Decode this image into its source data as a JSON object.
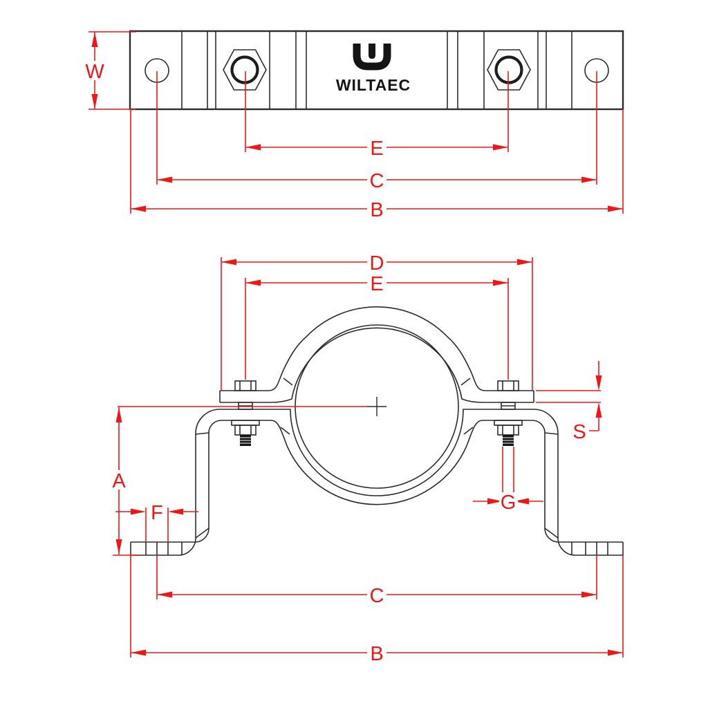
{
  "drawing": {
    "type": "technical-drawing",
    "subject": "offset pipe clamp, two views with dimension callouts",
    "brand": {
      "logo_text": "WILTAEC",
      "logo_icon": "wiltaec-u-mark"
    },
    "colors": {
      "dimension_red": "#ee1616",
      "line_black": "#2b2b2b",
      "background": "#ffffff"
    },
    "views": [
      {
        "id": "top_view",
        "title": "strap top view",
        "dimension_letters": [
          "W",
          "E",
          "C",
          "B"
        ]
      },
      {
        "id": "front_view",
        "title": "clamp front view",
        "dimension_letters": [
          "D",
          "E",
          "S",
          "A",
          "F",
          "G",
          "C",
          "B"
        ]
      }
    ],
    "labels": {
      "top_w": "W",
      "top_e": "E",
      "top_c": "C",
      "top_b": "B",
      "front_d": "D",
      "front_e": "E",
      "front_s": "S",
      "front_a": "A",
      "front_f": "F",
      "front_g": "G",
      "front_c": "C",
      "front_b": "B"
    }
  }
}
